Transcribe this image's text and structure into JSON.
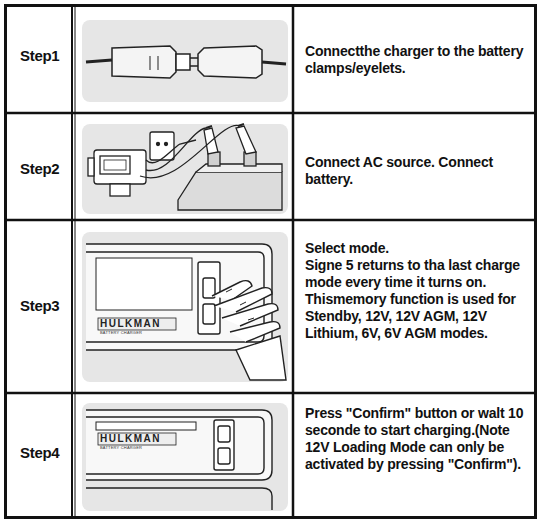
{
  "diagram": {
    "labels": [
      "Step1",
      "Connectthe charger to the battery clamps/eyelets.",
      "Step2",
      "Connect AC source. Connect battery.",
      "Step3",
      "HULKMAN",
      "BATTERY CHARGER",
      "Select mode.",
      "Signe 5 returns to tha last charge mode every time it turns on. Thismemory function is used for Stendby, 12V, 12V AGM, 12V Lithium, 6V, 6V AGM modes.",
      "Step4",
      "HULKMAN",
      "BATTERY CHARGER",
      "Press \"Confirm\" button or walt 10 seconde to start charging.(Note 12V Loading Mode can only be activated by pressing \"Confirm\")."
    ]
  }
}
